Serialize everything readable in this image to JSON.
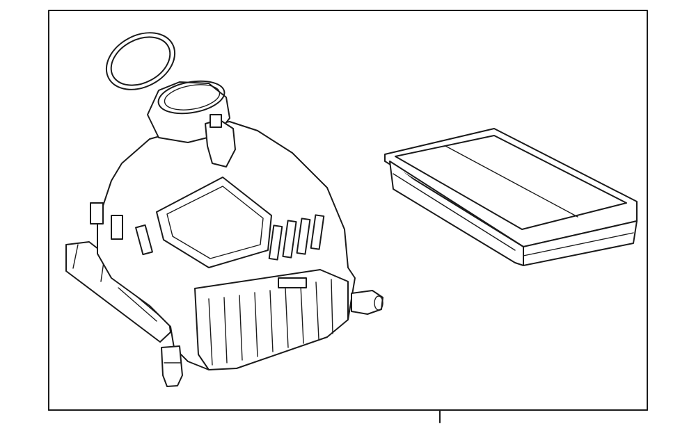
{
  "diagram": {
    "parts": [
      {
        "name": "air-cleaner-assembly"
      },
      {
        "name": "seal-ring"
      },
      {
        "name": "air-filter-element"
      }
    ]
  }
}
